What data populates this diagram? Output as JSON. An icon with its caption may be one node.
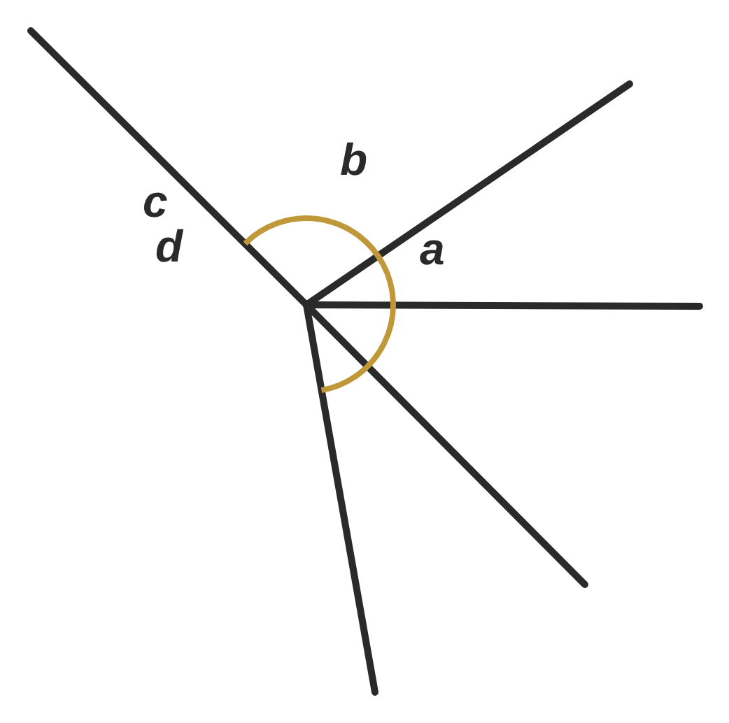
{
  "diagram": {
    "labels": [
      "b",
      "c",
      "d",
      "a"
    ]
  }
}
